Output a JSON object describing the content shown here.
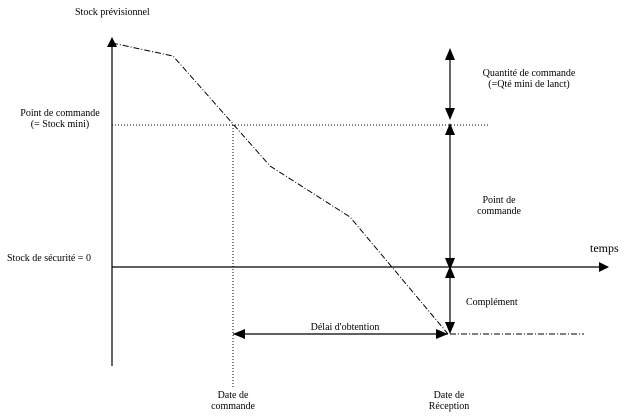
{
  "labels": {
    "y_axis_title": "Stock prévisionnel",
    "x_axis_title": "temps",
    "order_point_line1": "Point de commande",
    "order_point_line2": "(= Stock mini)",
    "safety_stock": "Stock de sécurité = 0",
    "order_qty_line1": "Quantité de commande",
    "order_qty_line2": "(=Qté mini de lanct)",
    "order_point_right_line1": "Point de",
    "order_point_right_line2": "commande",
    "complement": "Complément",
    "lead_time": "Délai d'obtention",
    "order_date_line1": "Date de",
    "order_date_line2": "commande",
    "reception_date_line1": "Date de",
    "reception_date_line2": "Réception"
  }
}
